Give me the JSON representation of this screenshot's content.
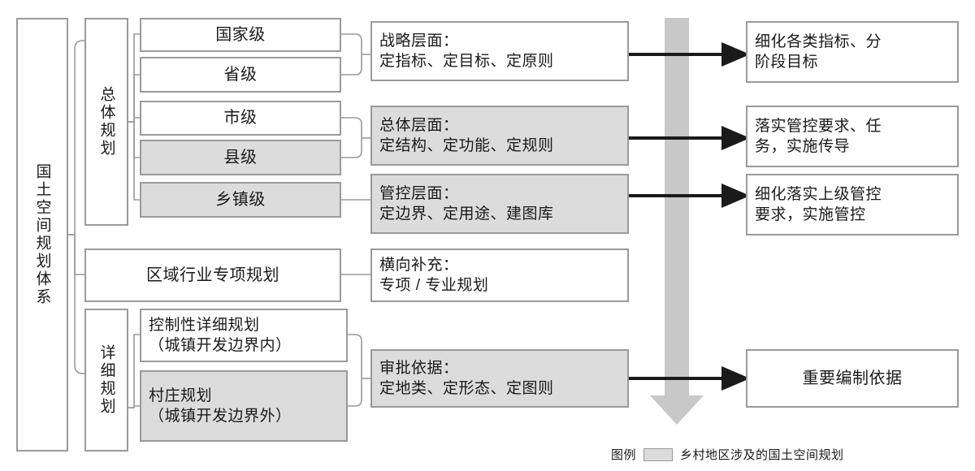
{
  "diagram": {
    "title": "国土空间规划体系",
    "root": {
      "label": "国土空间规划体系"
    },
    "groups": [
      {
        "key": "overall",
        "label": "总体规划"
      },
      {
        "key": "detailed",
        "label": "详细规划"
      }
    ],
    "plan_levels": [
      {
        "label": "国家级",
        "shaded": false
      },
      {
        "label": "省级",
        "shaded": false
      },
      {
        "label": "市级",
        "shaded": false
      },
      {
        "label": "县级",
        "shaded": true
      },
      {
        "label": "乡镇级",
        "shaded": true
      }
    ],
    "special_plan": {
      "label": "区域行业专项规划",
      "shaded": false
    },
    "detailed_plans": [
      {
        "label": "控制性详细规划\n（城镇开发边界内）",
        "shaded": false
      },
      {
        "label": "村庄规划\n（城镇开发边界外）",
        "shaded": true
      }
    ],
    "aspects": [
      {
        "label": "战略层面：\n定指标、定目标、定原则",
        "shaded": false
      },
      {
        "label": "总体层面：\n定结构、定功能、定规则",
        "shaded": true
      },
      {
        "label": "管控层面：\n定边界、定用途、建图库",
        "shaded": true
      },
      {
        "label": "横向补充：\n专项 / 专业规划",
        "shaded": false
      },
      {
        "label": "审批依据：\n定地类、定形态、定图则",
        "shaded": true
      }
    ],
    "outcomes": [
      {
        "label": "细化各类指标、分\n阶段目标",
        "shaded": false
      },
      {
        "label": "落实管控要求、任\n务，实施传导",
        "shaded": false
      },
      {
        "label": "细化落实上级管控\n要求，实施管控",
        "shaded": false
      },
      {
        "label": "重要编制依据",
        "shaded": false
      }
    ],
    "legend": {
      "title": "图例",
      "swatch_color": "#dcdcdc",
      "description": "乡村地区涉及的国土空间规划"
    },
    "flow_arrow": {
      "name": "downward-gray-arrow",
      "color": "#c8c8c8"
    },
    "colors": {
      "box_border": "#9a9a9a",
      "box_fill": "#ffffff",
      "shaded_fill": "#dcdcdc",
      "connector": "#9a9a9a",
      "arrow": "#1a1a1a",
      "text": "#1a1a1a"
    }
  }
}
